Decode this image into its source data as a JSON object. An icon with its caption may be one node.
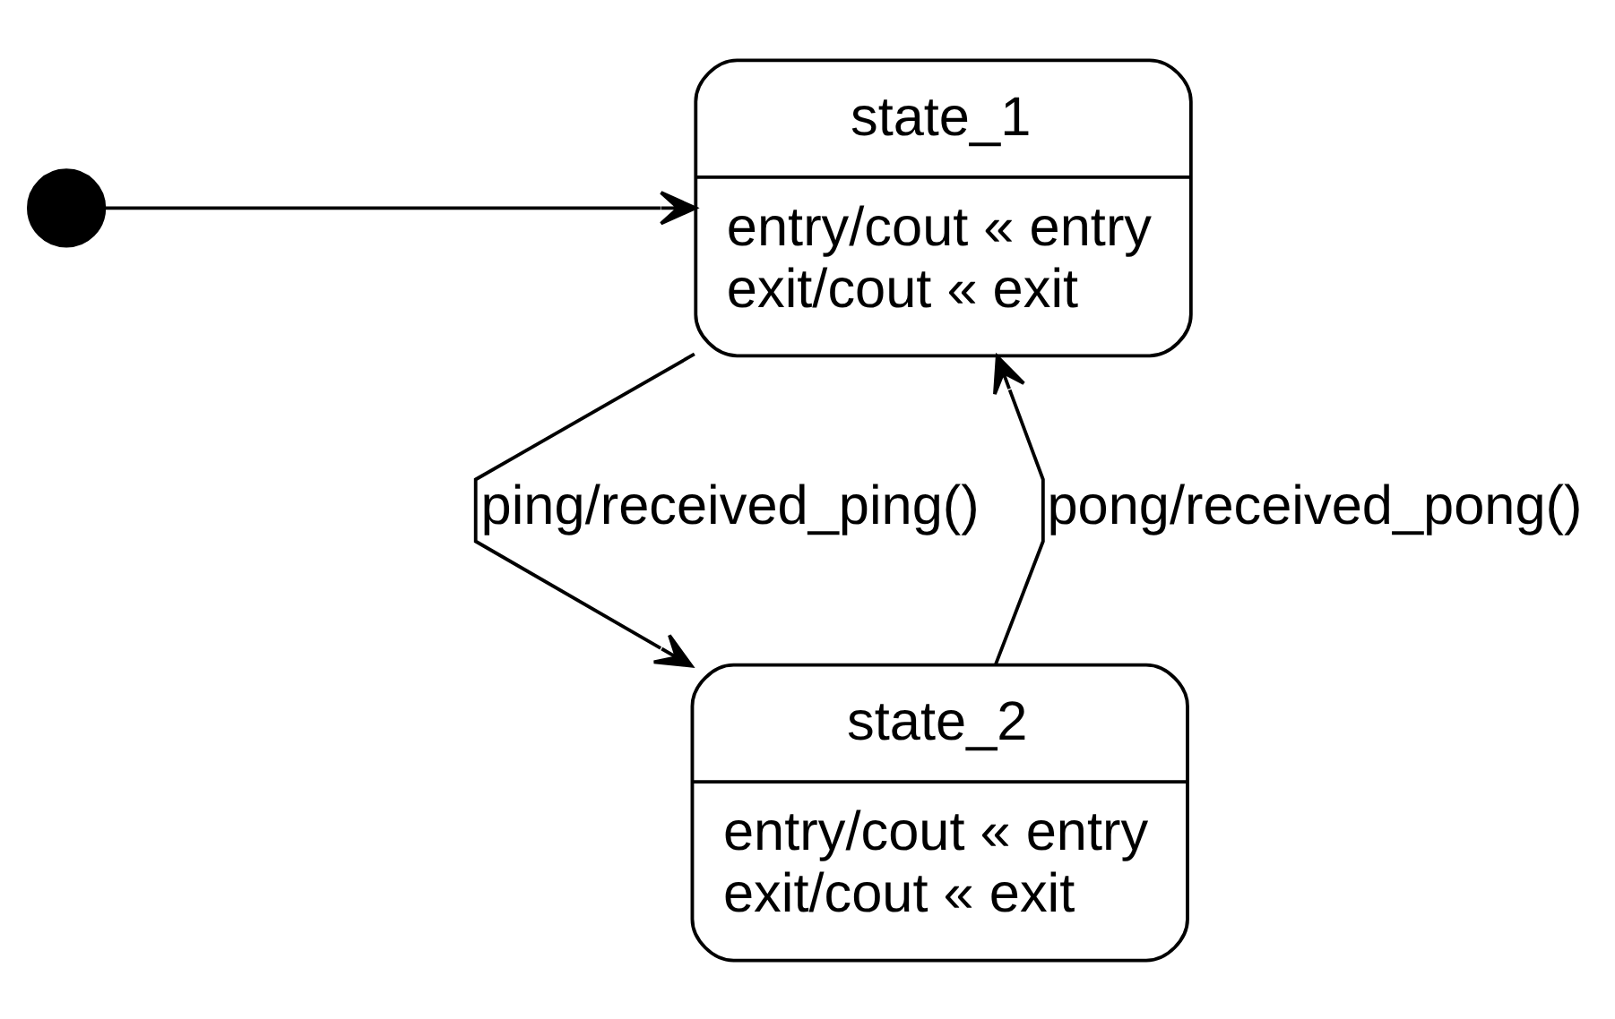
{
  "diagram": {
    "nodes": [
      {
        "text": [],
        "shape": "circle"
      },
      {
        "text": [
          "state_1",
          "entry/cout « entry",
          "exit/cout « exit"
        ]
      },
      {
        "text": [
          "state_2",
          "entry/cout « entry",
          "exit/cout « exit"
        ]
      }
    ],
    "edges": [
      {
        "from": 0,
        "to": 1,
        "arrow": "to"
      },
      {
        "from": 1,
        "to": 2,
        "arrow": "to",
        "label": "ping/received_ping()"
      },
      {
        "from": 2,
        "to": 1,
        "arrow": "to",
        "label": "pong/received_pong()"
      }
    ]
  }
}
